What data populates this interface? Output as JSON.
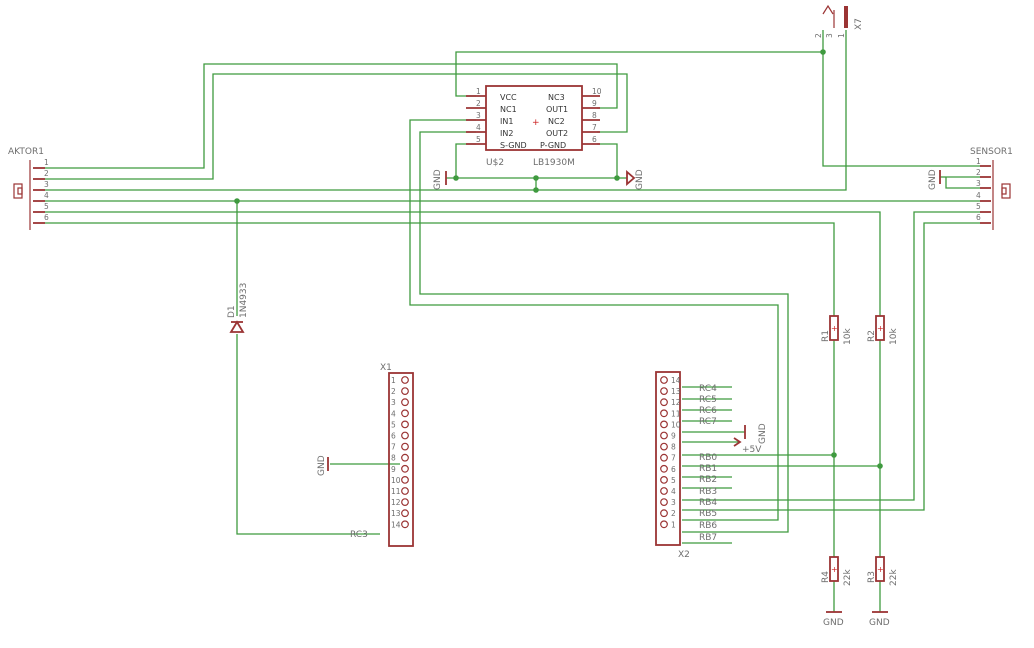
{
  "colors": {
    "wire": "#3f9a3f",
    "symbol": "#9b3434",
    "text": "#6e6e6e",
    "background": "#ffffff"
  },
  "connectors": {
    "aktor": {
      "name": "AKTOR1",
      "pins": [
        "1",
        "2",
        "3",
        "4",
        "5",
        "6"
      ]
    },
    "sensor": {
      "name": "SENSOR1",
      "pins": [
        "1",
        "2",
        "3",
        "4",
        "5",
        "6"
      ]
    },
    "x7": {
      "name": "X7",
      "pins": [
        "2",
        "3",
        "1"
      ]
    }
  },
  "ic": {
    "name": "U$2",
    "value": "LB1930M",
    "left_pins": [
      {
        "num": "1",
        "label": "VCC"
      },
      {
        "num": "2",
        "label": "NC1"
      },
      {
        "num": "3",
        "label": "IN1"
      },
      {
        "num": "4",
        "label": "IN2"
      },
      {
        "num": "5",
        "label": "S-GND"
      }
    ],
    "right_pins": [
      {
        "num": "10",
        "label": "NC3"
      },
      {
        "num": "9",
        "label": "OUT1"
      },
      {
        "num": "8",
        "label": "NC2"
      },
      {
        "num": "7",
        "label": "OUT2"
      },
      {
        "num": "6",
        "label": "P-GND"
      }
    ]
  },
  "diode": {
    "name": "D1",
    "value": "1N4933"
  },
  "resistors": [
    {
      "name": "R1",
      "value": "10k"
    },
    {
      "name": "R2",
      "value": "10k"
    },
    {
      "name": "R4",
      "value": "22k"
    },
    {
      "name": "R3",
      "value": "22k"
    }
  ],
  "x1": {
    "name": "X1",
    "pins": [
      "1",
      "2",
      "3",
      "4",
      "5",
      "6",
      "7",
      "8",
      "9",
      "10",
      "11",
      "12",
      "13",
      "14"
    ],
    "net_rc3": "RC3"
  },
  "x2": {
    "name": "X2",
    "pins": [
      "14",
      "13",
      "12",
      "11",
      "10",
      "9",
      "8",
      "7",
      "6",
      "5",
      "4",
      "3",
      "2",
      "1"
    ],
    "nets": [
      "RC4",
      "RC5",
      "RC6",
      "RC7",
      "RB0",
      "RB1",
      "RB2",
      "RB3",
      "RB4",
      "RB5",
      "RB6",
      "RB7"
    ],
    "supply": "+5V"
  },
  "gnd": "GND"
}
